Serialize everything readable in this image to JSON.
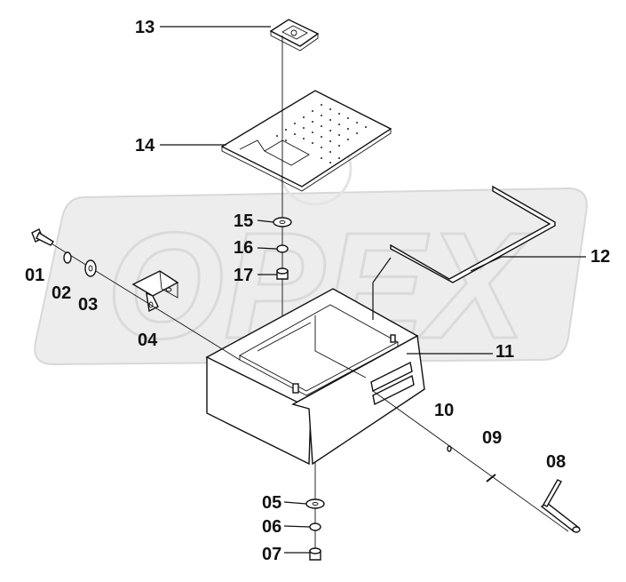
{
  "watermark": {
    "text": "OPEX",
    "color": "#d9d9d9"
  },
  "callouts": [
    {
      "id": "01",
      "label": "01"
    },
    {
      "id": "02",
      "label": "02"
    },
    {
      "id": "03",
      "label": "03"
    },
    {
      "id": "04",
      "label": "04"
    },
    {
      "id": "05",
      "label": "05"
    },
    {
      "id": "06",
      "label": "06"
    },
    {
      "id": "07",
      "label": "07"
    },
    {
      "id": "08",
      "label": "08"
    },
    {
      "id": "09",
      "label": "09"
    },
    {
      "id": "10",
      "label": "10"
    },
    {
      "id": "11",
      "label": "11"
    },
    {
      "id": "12",
      "label": "12"
    },
    {
      "id": "13",
      "label": "13"
    },
    {
      "id": "14",
      "label": "14"
    },
    {
      "id": "15",
      "label": "15"
    },
    {
      "id": "16",
      "label": "16"
    },
    {
      "id": "17",
      "label": "17"
    }
  ]
}
